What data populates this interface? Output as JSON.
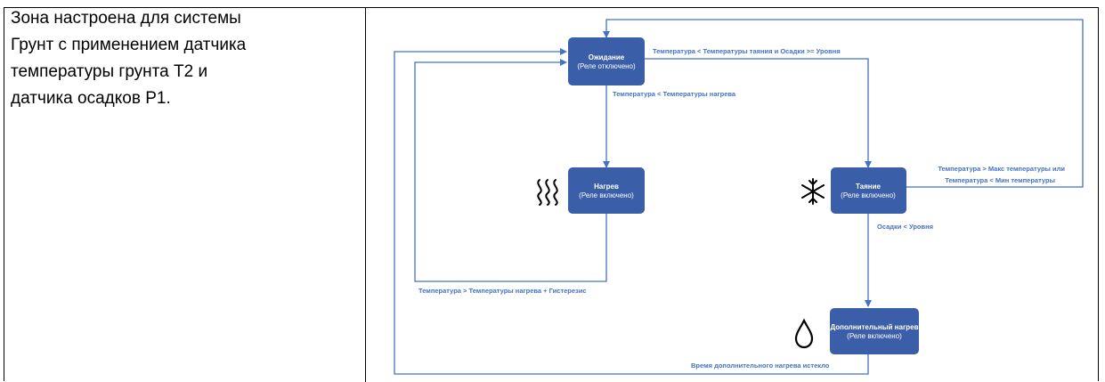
{
  "description_lines": [
    "Зона настроена для системы",
    "Грунт с применением датчика",
    "температуры грунта T2 и",
    "датчика осадков P1."
  ],
  "nodes": {
    "idle": {
      "title": "Ожидание",
      "subtitle": "(Реле отключено)"
    },
    "heating": {
      "title": "Нагрев",
      "subtitle": "(Реле включено)"
    },
    "melting": {
      "title": "Таяние",
      "subtitle": "(Реле включено)"
    },
    "extra_heating": {
      "title": "Дополнительный нагрев",
      "subtitle": "(Реле включено)"
    }
  },
  "edges": {
    "idle_to_melting": "Температура < Температуры таяния и Осадки >= Уровня",
    "idle_to_heating": "Температура < Температуры нагрева",
    "melting_to_idle_line1": "Температура > Макс температуры или",
    "melting_to_idle_line2": "Температура < Мин температуры",
    "melting_to_extra": "Осадки < Уровня",
    "heating_to_idle": "Температура > Температуры нагрева + Гистерезис",
    "extra_to_idle": "Время дополнительного нагрева истекло"
  },
  "colors": {
    "node_fill": "#3a5ea8",
    "line": "#4472c4",
    "label": "#4472c4",
    "heading": "#2e75b6"
  },
  "icons": {
    "heating": "heat-waves-icon",
    "melting": "snowflake-icon",
    "extra_heating": "water-drop-icon"
  }
}
